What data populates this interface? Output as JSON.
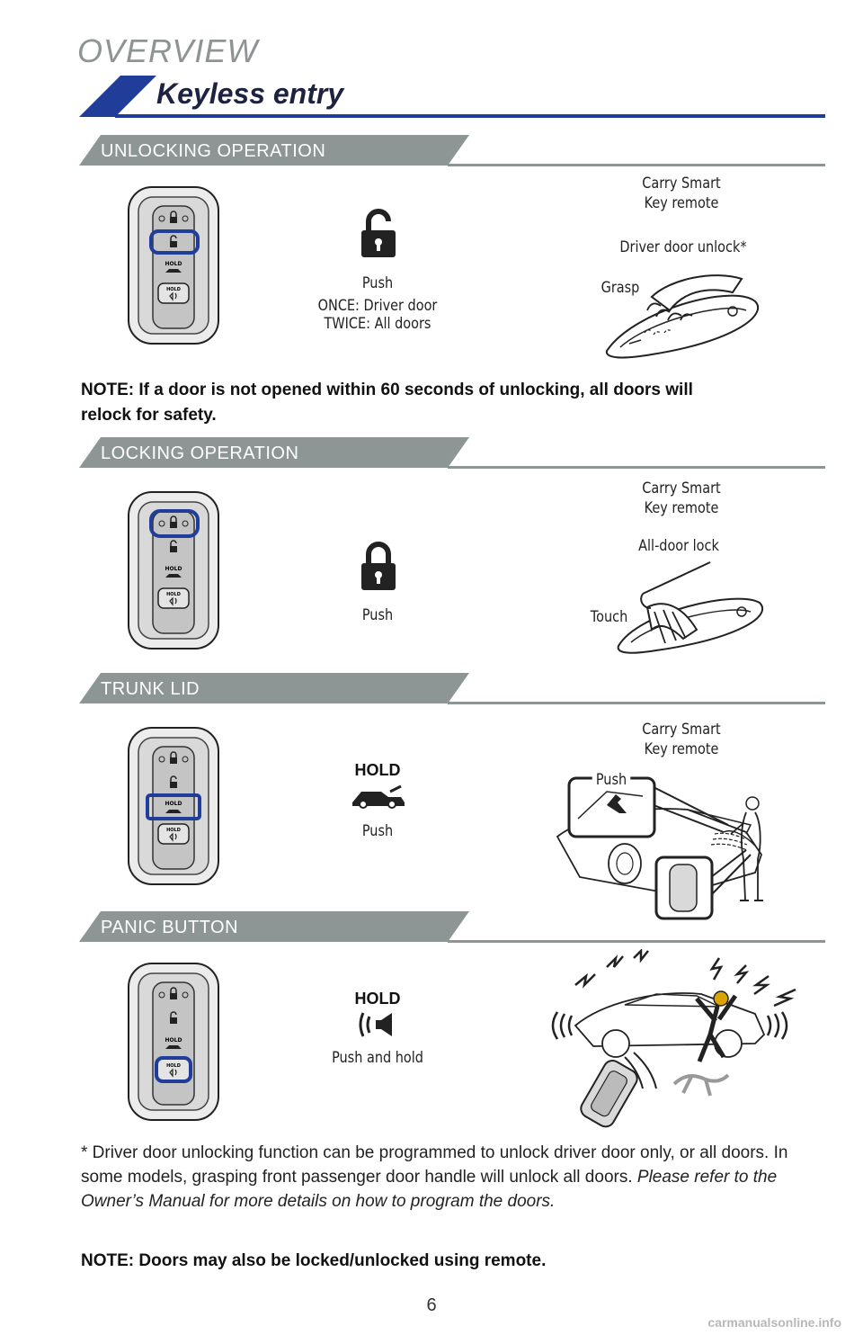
{
  "header": {
    "overview": "OVERVIEW",
    "title": "Keyless entry"
  },
  "sections": [
    {
      "label": "UNLOCKING OPERATION",
      "push_text": "Push",
      "push_detail_1": "ONCE: Driver door",
      "push_detail_2": "TWICE: All doors",
      "carry_1": "Carry Smart",
      "carry_2": "Key remote",
      "action": "Driver door unlock*",
      "gesture": "Grasp"
    },
    {
      "label": "LOCKING OPERATION",
      "push_text": "Push",
      "carry_1": "Carry Smart",
      "carry_2": "Key remote",
      "action": "All-door lock",
      "gesture": "Touch"
    },
    {
      "label": "TRUNK LID",
      "hold": "HOLD",
      "push_text": "Push",
      "carry_1": "Carry Smart",
      "carry_2": "Key remote",
      "gesture": "Push"
    },
    {
      "label": "PANIC BUTTON",
      "hold": "HOLD",
      "push_text": "Push and hold"
    }
  ],
  "fob_labels": {
    "hold": "HOLD"
  },
  "notes": {
    "unlock_note_1": "NOTE: If a door is not opened within 60 seconds of unlocking, all doors will",
    "unlock_note_2": "relock for safety.",
    "footnote_plain": "* Driver door unlocking function can be programmed to unlock driver door only, or all doors. In some models, grasping front passenger door handle will unlock all doors. ",
    "footnote_italic": "Please refer to the Owner’s Manual for more details on how to program the doors.",
    "final_note": "NOTE: Doors may also be locked/unlocked using remote."
  },
  "footer": {
    "page": "6",
    "watermark": "carmanualsonline.info"
  },
  "colors": {
    "accent_blue": "#1f3d99",
    "section_gray": "#8e9595",
    "title_navy": "#1d2240",
    "fob_gray": "#d9d9d9"
  }
}
